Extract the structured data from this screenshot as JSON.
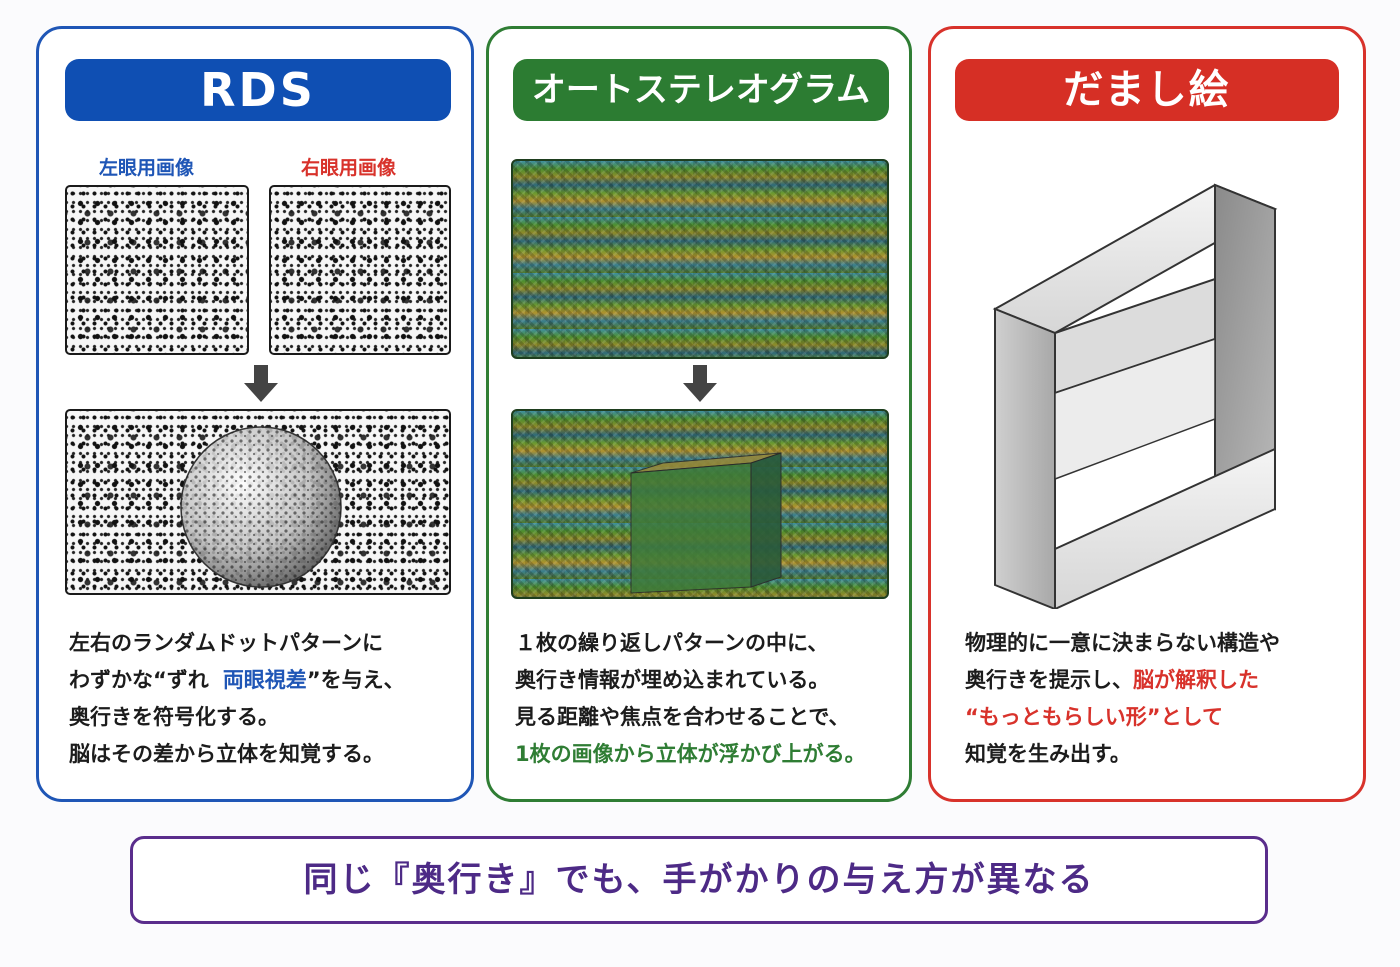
{
  "colors": {
    "rds": "#1f56b6",
    "autostereogram": "#2f7d34",
    "illusion": "#d8322b",
    "footer": "#5a2d8c"
  },
  "panels": {
    "rds": {
      "title": "RDS",
      "left_label": "左眼用画像",
      "right_label": "右眼用画像",
      "desc_line1": "左右のランダムドットパターンに",
      "desc_line2_a": "わずかな“ずれ",
      "desc_line2_b": "両眼視差",
      "desc_line2_c": "”を与え、",
      "desc_line3": "奥行きを符号化する。",
      "desc_line4": "脳はその差から立体を知覚する。"
    },
    "autostereogram": {
      "title": "オートステレオグラム",
      "desc_line1": "１枚の繰り返しパターンの中に、",
      "desc_line2": "奥行き情報が埋め込まれている。",
      "desc_line3": "見る距離や焦点を合わせることで、",
      "desc_line4": "1枚の画像から立体が浮かび上がる。"
    },
    "illusion": {
      "title": "だまし絵",
      "desc_line1": "物理的に一意に決まらない構造や",
      "desc_line2_a": "奥行きを提示し、",
      "desc_line2_b": "脳が解釈した",
      "desc_line3_a": "“もっともらしい形”",
      "desc_line3_b": "として",
      "desc_line4": "知覚を生み出す。"
    }
  },
  "footer": {
    "text": "同じ『奥行き』でも、手がかりの与え方が異なる"
  }
}
